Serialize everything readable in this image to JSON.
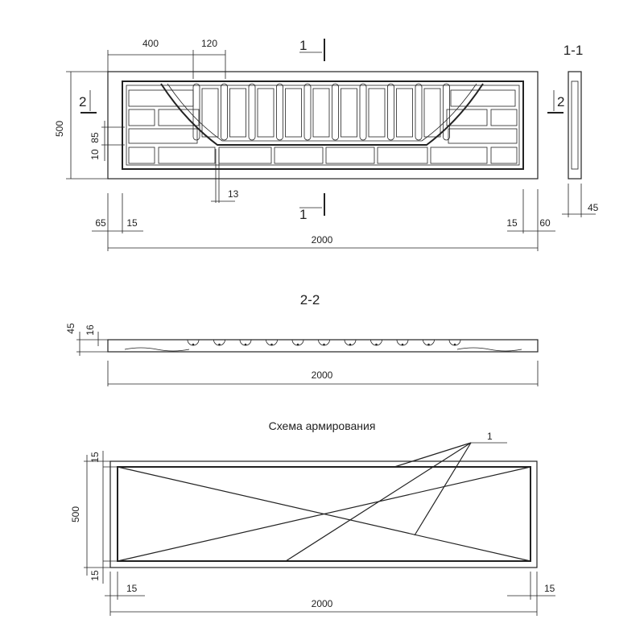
{
  "plan": {
    "dims": {
      "top_a": "400",
      "top_b": "120",
      "height": "500",
      "rib_a": "85",
      "rib_b": "10",
      "gap": "13",
      "left_a": "65",
      "left_b": "15",
      "right_a": "15",
      "right_b": "60",
      "length": "2000"
    },
    "cut_1_top": "1",
    "cut_1_bottom": "1",
    "cut_2_left": "2",
    "cut_2_right": "2"
  },
  "section_1": {
    "title": "1-1",
    "thickness": "45"
  },
  "section_2": {
    "title": "2-2",
    "dim_a": "45",
    "dim_b": "16",
    "length": "2000"
  },
  "reinforcement": {
    "title": "Схема армирования",
    "callout": "1",
    "height": "500",
    "top_cover": "15",
    "bottom_cover": "15",
    "left_cover": "15",
    "right_cover": "15",
    "length": "2000"
  }
}
